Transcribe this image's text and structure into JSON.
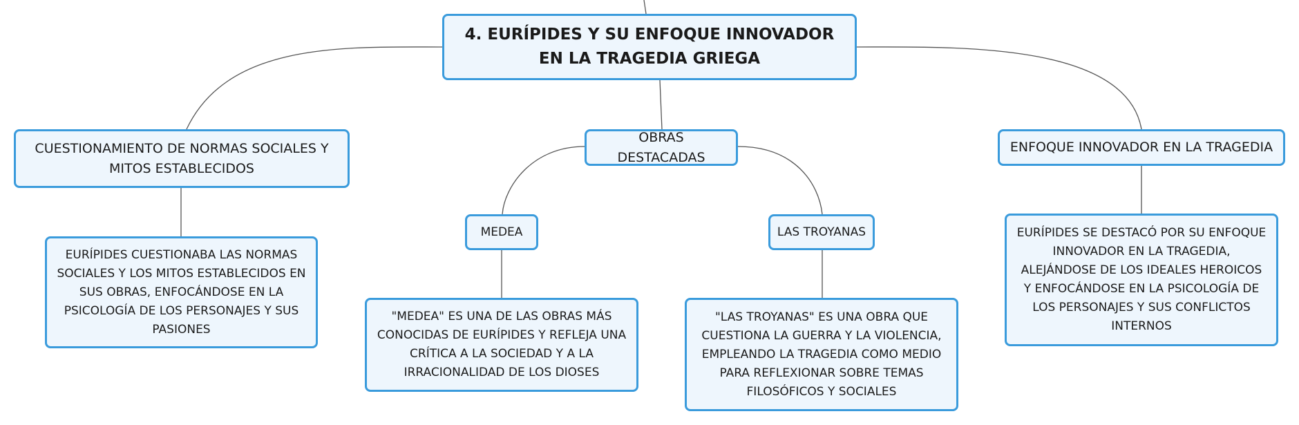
{
  "diagram": {
    "root": {
      "label": "4. EURÍPIDES Y SU ENFOQUE INNOVADOR EN LA TRAGEDIA GRIEGA"
    },
    "branches": {
      "normas": {
        "label": "CUESTIONAMIENTO DE NORMAS SOCIALES Y MITOS ESTABLECIDOS"
      },
      "obras": {
        "label": "OBRAS DESTACADAS"
      },
      "enfoque": {
        "label": "ENFOQUE INNOVADOR EN LA TRAGEDIA"
      }
    },
    "obras": {
      "medea": {
        "label": "MEDEA"
      },
      "troyanas": {
        "label": "LAS TROYANAS"
      }
    },
    "details": {
      "normas": "EURÍPIDES CUESTIONABA LAS NORMAS SOCIALES Y LOS MITOS ESTABLECIDOS EN SUS OBRAS, ENFOCÁNDOSE EN LA PSICOLOGÍA DE LOS PERSONAJES Y SUS PASIONES",
      "medea": "\"MEDEA\" ES UNA DE LAS OBRAS MÁS CONOCIDAS DE EURÍPIDES Y REFLEJA UNA CRÍTICA A LA SOCIEDAD Y A LA IRRACIONALIDAD DE LOS DIOSES",
      "troyanas": "\"LAS TROYANAS\" ES UNA OBRA QUE CUESTIONA LA GUERRA Y LA VIOLENCIA, EMPLEANDO LA TRAGEDIA COMO MEDIO PARA REFLEXIONAR SOBRE TEMAS FILOSÓFICOS Y SOCIALES",
      "enfoque": "EURÍPIDES SE DESTACÓ POR SU ENFOQUE INNOVADOR EN LA TRAGEDIA, ALEJÁNDOSE DE LOS IDEALES HEROICOS Y ENFOCÁNDOSE EN LA PSICOLOGÍA DE LOS PERSONAJES Y SUS CONFLICTOS INTERNOS"
    },
    "colors": {
      "node_border": "#3a9bdc",
      "node_fill": "#eef6fd",
      "connector": "#555555",
      "text": "#1a1a1a"
    }
  }
}
